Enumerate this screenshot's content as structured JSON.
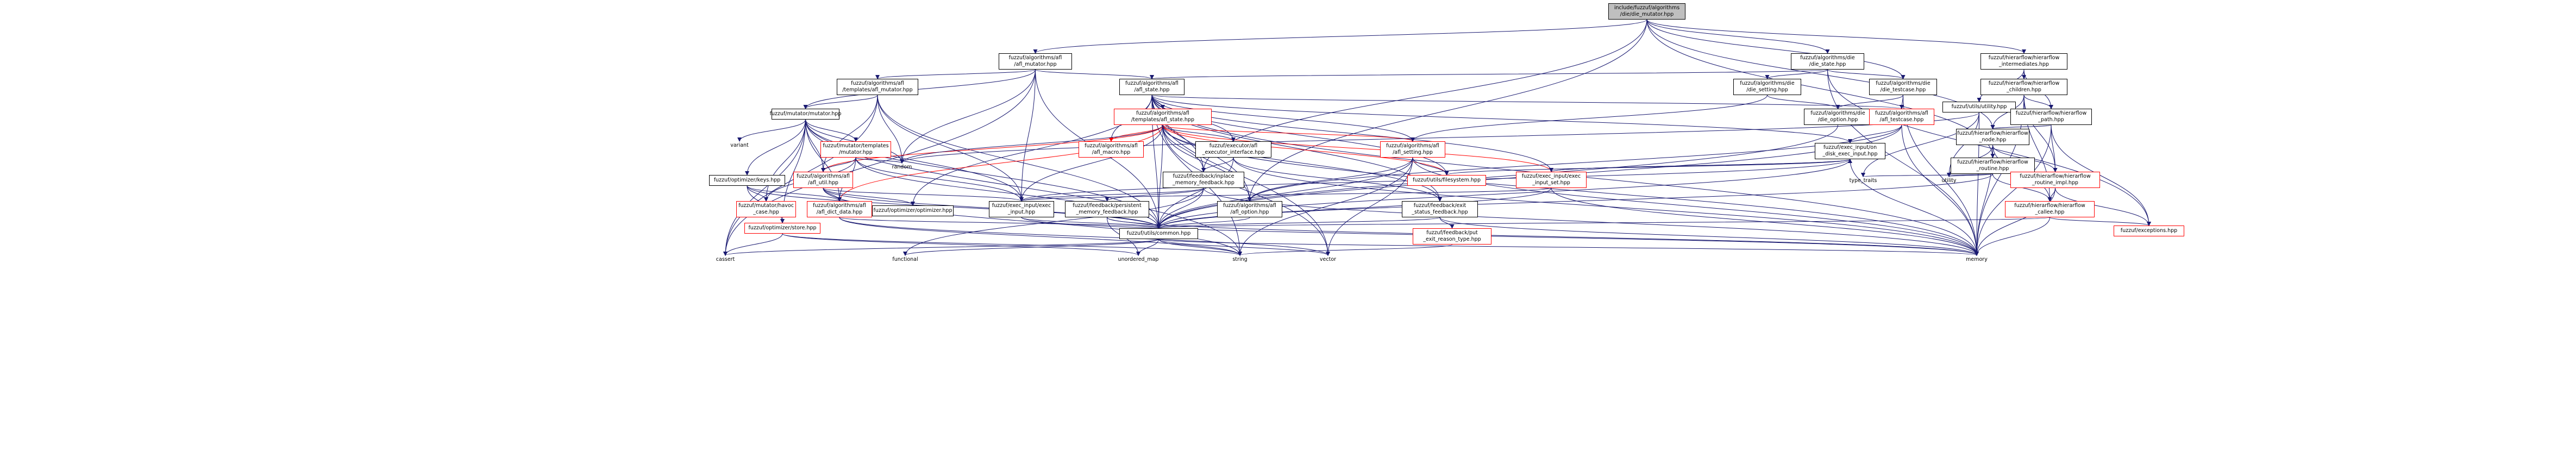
{
  "graph": {
    "root": "include/fuzzuf/algorithms\n/die/die_mutator.hpp",
    "nodes": {
      "afl_mutator": "fuzzuf/algorithms/afl\n/afl_mutator.hpp",
      "die_state": "fuzzuf/algorithms/die\n/die_state.hpp",
      "hf_intermediates": "fuzzuf/hierarflow/hierarflow\n_intermediates.hpp",
      "afl_templ_mutator": "fuzzuf/algorithms/afl\n/templates/afl_mutator.hpp",
      "afl_state": "fuzzuf/algorithms/afl\n/afl_state.hpp",
      "die_setting": "fuzzuf/algorithms/die\n/die_setting.hpp",
      "die_testcase": "fuzzuf/algorithms/die\n/die_testcase.hpp",
      "hf_children": "fuzzuf/hierarflow/hierarflow\n_children.hpp",
      "utils_utility": "fuzzuf/utils/utility.hpp",
      "mutator_mutator": "fuzzuf/mutator/mutator.hpp",
      "afl_templ_state": "fuzzuf/algorithms/afl\n/templates/afl_state.hpp",
      "die_option": "fuzzuf/algorithms/die\n/die_option.hpp",
      "afl_testcase": "fuzzuf/algorithms/afl\n/afl_testcase.hpp",
      "hf_path": "fuzzuf/hierarflow/hierarflow\n_path.hpp",
      "hf_node": "fuzzuf/hierarflow/hierarflow\n_node.hpp",
      "variant": "variant",
      "mutator_templ": "fuzzuf/mutator/templates\n/mutator.hpp",
      "afl_macro": "fuzzuf/algorithms/afl\n/afl_macro.hpp",
      "exec_afl_interface": "fuzzuf/executor/afl\n_executor_interface.hpp",
      "afl_setting": "fuzzuf/algorithms/afl\n/afl_setting.hpp",
      "exec_input_disk": "fuzzuf/exec_input/on\n_disk_exec_input.hpp",
      "hf_routine": "fuzzuf/hierarflow/hierarflow\n_routine.hpp",
      "random": "random",
      "optimizer_keys": "fuzzuf/optimizer/keys.hpp",
      "afl_util": "fuzzuf/algorithms/afl\n/afl_util.hpp",
      "feedback_inplace": "fuzzuf/feedback/inplace\n_memory_feedback.hpp",
      "utils_filesystem": "fuzzuf/utils/filesystem.hpp",
      "exec_input_set": "fuzzuf/exec_input/exec\n_input_set.hpp",
      "type_traits": "type_traits",
      "utility": "utility",
      "hf_routine_impl": "fuzzuf/hierarflow/hierarflow\n_routine_impl.hpp",
      "mutator_havoc": "fuzzuf/mutator/havoc\n_case.hpp",
      "afl_dict_data": "fuzzuf/algorithms/afl\n/afl_dict_data.hpp",
      "optimizer_optimizer": "fuzzuf/optimizer/optimizer.hpp",
      "exec_input": "fuzzuf/exec_input/exec\n_input.hpp",
      "feedback_persistent": "fuzzuf/feedback/persistent\n_memory_feedback.hpp",
      "afl_option": "fuzzuf/algorithms/afl\n/afl_option.hpp",
      "feedback_exit": "fuzzuf/feedback/exit\n_status_feedback.hpp",
      "hf_callee": "fuzzuf/hierarflow/hierarflow\n_callee.hpp",
      "optimizer_store": "fuzzuf/optimizer/store.hpp",
      "utils_common": "fuzzuf/utils/common.hpp",
      "feedback_put": "fuzzuf/feedback/put\n_exit_reason_type.hpp",
      "exceptions": "fuzzuf/exceptions.hpp",
      "cassert": "cassert",
      "functional": "functional",
      "unordered_map": "unordered_map",
      "string": "string",
      "vector": "vector",
      "memory": "memory"
    }
  },
  "colors": {
    "edge_normal": "#191970",
    "edge_highlight": "#ff0000",
    "root_fill": "#bfbfbf",
    "node_border": "#000000",
    "node_border_highlight": "#ff0000"
  }
}
